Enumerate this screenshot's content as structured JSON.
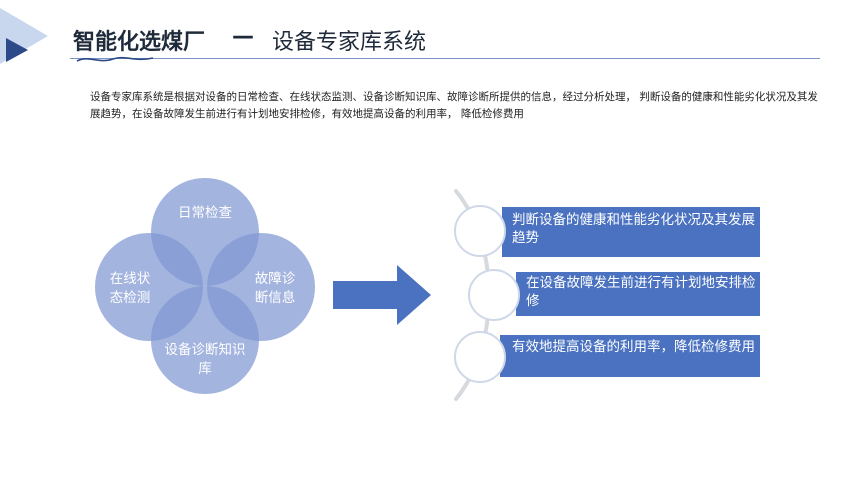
{
  "header": {
    "title_bold": "智能化选煤厂",
    "separator": "—",
    "title_light": "设备专家库系统"
  },
  "description": "设备专家库系统是根据对设备的日常检查、在线状态监测、设备诊断知识库、故障诊断所提供的信息，经过分析处理， 判断设备的健康和性能劣化状况及其发展趋势，在设备故障发生前进行有计划地安排检修，有效地提高设备的利用率， 降低检修费用",
  "venn": {
    "top": "日常检查",
    "left": "在线状\n态检测",
    "right": "故障诊\n断信息",
    "bottom": "设备诊断知识\n库"
  },
  "results": [
    "判断设备的健康和性能劣化状况及其发展趋势",
    "在设备故障发生前进行有计划地安排检修",
    "有效地提高设备的利用率，降低检修费用"
  ],
  "colors": {
    "accent": "#4a6fb5",
    "box": "#4a72c0",
    "circle": "#7f97d2",
    "title": "#1f2a3a"
  }
}
